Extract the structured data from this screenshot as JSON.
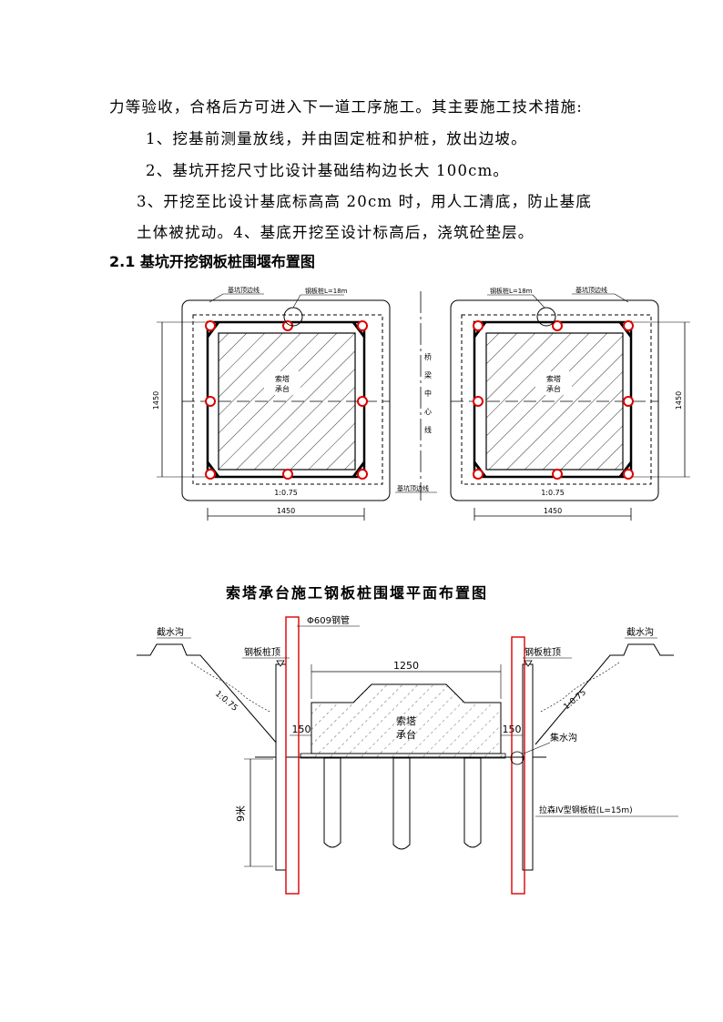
{
  "paragraphs": {
    "p0": "力等验收，合格后方可进入下一道工序施工。其主要施工技术措施:",
    "p1": "1、挖基前测量放线，并由固定桩和护桩，放出边坡。",
    "p2": "2、基坑开挖尺寸比设计基础结构边长大 100cm。",
    "p3": "3、开挖至比设计基底标高高 20cm  时，用人工清底，防止基底",
    "p4": "土体被扰动。4、基底开挖至设计标高后，浇筑砼垫层。"
  },
  "section_heading": "2.1 基坑开挖钢板桩围堰布置图",
  "plan": {
    "pit_top_line": "基坑顶边线",
    "sheet_pile": "钢板桩L=18m",
    "platform_line1": "索塔",
    "platform_line2": "承台",
    "dim_width": "1450",
    "dim_height": "1450",
    "slope": "1:0.75",
    "bridge_center_line": [
      "桥",
      "梁",
      "中",
      "心",
      "线"
    ]
  },
  "section_title": "索塔承台施工钢板桩围堰平面布置图",
  "elevation": {
    "intercept_ditch": "截水沟",
    "steel_pipe": "Φ609钢管",
    "sheet_pile_top": "钢板桩顶",
    "width_dim": "1250",
    "offset_dim": "150",
    "slope": "1:0.75",
    "platform_line1": "索塔",
    "platform_line2": "承台",
    "sump": "集水沟",
    "depth": "9米",
    "pile_note": "拉森IV型钢板桩(L=15m)"
  }
}
